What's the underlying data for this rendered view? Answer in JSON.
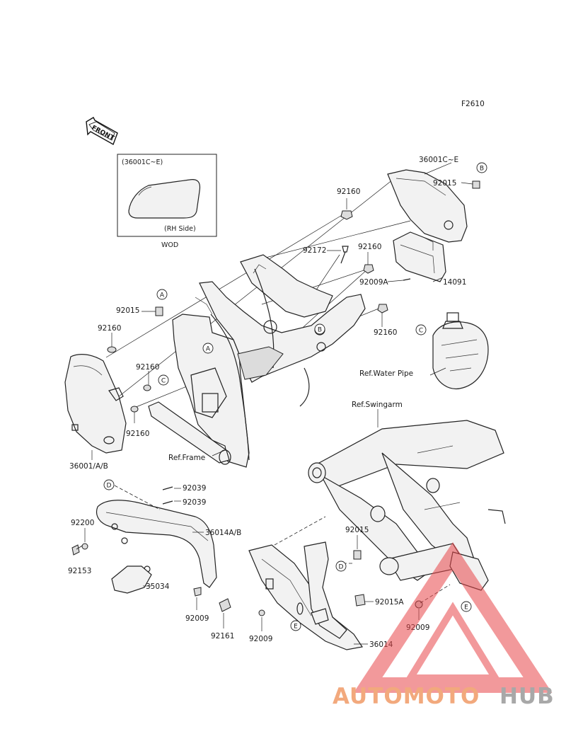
{
  "figure_code": "F2610",
  "front_arrow": "FRONT",
  "inset": {
    "title": "(36001C~E)",
    "subtitle": "(RH Side)",
    "caption": "WOD"
  },
  "parts": {
    "p36001CE": "36001C~E",
    "p92015_b": "92015",
    "p92160_top": "92160",
    "p92172": "92172",
    "p92160_mid": "92160",
    "p92009A": "92009A",
    "p14091": "14091",
    "p92015_a": "92015",
    "p92160_left": "92160",
    "p92160_c": "92160",
    "p92160_right": "92160",
    "p92160_low": "92160",
    "p36001AB": "36001/A/B",
    "ref_water_pipe": "Ref.Water Pipe",
    "ref_swingarm": "Ref.Swingarm",
    "ref_frame": "Ref.Frame",
    "p92039_1": "92039",
    "p92039_2": "92039",
    "p92200": "92200",
    "p36014AB": "36014A/B",
    "p92153": "92153",
    "p35034": "35034",
    "p92015_d": "92015",
    "p92009_l": "92009",
    "p92161": "92161",
    "p92009_m": "92009",
    "p92015A": "92015A",
    "p92009_r": "92009",
    "p36014": "36014"
  },
  "callouts": {
    "A": "A",
    "B": "B",
    "C": "C",
    "D": "D",
    "E": "E"
  },
  "watermark": {
    "part1": "AUTOMOTO",
    "part2": "HUB",
    "color1": "#f2a97d",
    "color2": "#a8a8a8",
    "triangle": "#e8474a"
  }
}
